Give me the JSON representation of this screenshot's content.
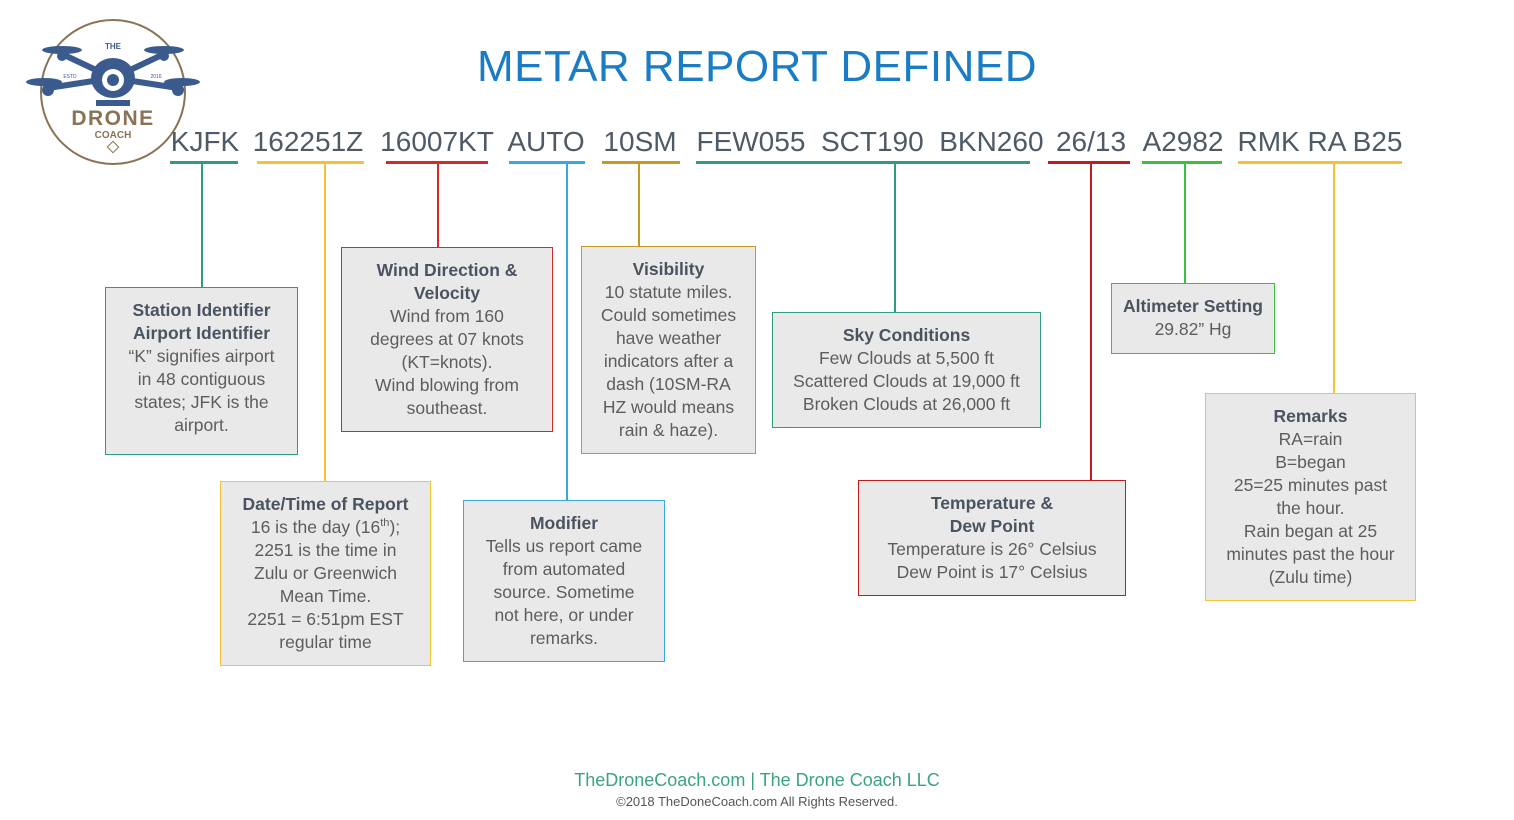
{
  "title": "METAR REPORT DEFINED",
  "logo": {
    "top": "THE",
    "line1": "DRONE",
    "line2": "COACH",
    "est": "ESTD",
    "year": "2016"
  },
  "codes": {
    "kjfk": "KJFK",
    "time": "162251Z",
    "wind": "16007KT",
    "auto": "AUTO",
    "vis": "10SM",
    "sky": "FEW055  SCT190  BKN260",
    "temp": "26/13",
    "alt": "A2982",
    "rmk": "RMK RA B25"
  },
  "colors": {
    "kjfk": "#2e9b82",
    "time": "#f5c330",
    "wind": "#d42a2a",
    "auto": "#35a9e0",
    "vis": "#c49a22",
    "sky": "#2e9b82",
    "temp": "#c21d1d",
    "alt": "#3cbf3c",
    "rmk": "#f5c330",
    "title": "#1a7cc4",
    "footer": "#3aa57b"
  },
  "boxes": {
    "station": {
      "title1": "Station Identifier",
      "title2": "Airport Identifier",
      "lines": [
        "“K” signifies airport",
        "in 48 contiguous",
        "states; JFK is the",
        "airport."
      ]
    },
    "datetime": {
      "title": "Date/Time of Report",
      "line1_pre": "16 is the day (16",
      "line1_sup": "th",
      "line1_post": ");",
      "lines": [
        "2251 is the time in",
        "Zulu or Greenwich",
        "Mean Time.",
        "2251 = 6:51pm EST",
        "regular time"
      ]
    },
    "wind": {
      "title1": "Wind Direction &",
      "title2": "Velocity",
      "lines": [
        "Wind from 160",
        "degrees at 07 knots",
        "(KT=knots).",
        "Wind blowing from",
        "southeast."
      ]
    },
    "modifier": {
      "title": "Modifier",
      "lines": [
        "Tells us report came",
        "from automated",
        "source. Sometime",
        "not here, or under",
        "remarks."
      ]
    },
    "visibility": {
      "title": "Visibility",
      "lines": [
        "10 statute miles.",
        "Could sometimes",
        "have weather",
        "indicators after a",
        "dash (10SM-RA",
        "HZ would means",
        "rain & haze)."
      ]
    },
    "sky": {
      "title": "Sky Conditions",
      "lines": [
        "Few Clouds at 5,500 ft",
        "Scattered Clouds at 19,000 ft",
        "Broken Clouds at 26,000 ft"
      ]
    },
    "temp": {
      "title1": "Temperature &",
      "title2": "Dew Point",
      "lines": [
        "Temperature is 26° Celsius",
        "Dew Point is 17° Celsius"
      ]
    },
    "altimeter": {
      "title": "Altimeter Setting",
      "lines": [
        "29.82” Hg"
      ]
    },
    "remarks": {
      "title": "Remarks",
      "lines": [
        "RA=rain",
        "B=began",
        "25=25 minutes past",
        "the hour.",
        "Rain began at 25",
        "minutes past the hour",
        "(Zulu time)"
      ]
    }
  },
  "footer": {
    "line1": "TheDroneCoach.com | The Drone Coach LLC",
    "line2": "©2018 TheDoneCoach.com All Rights Reserved."
  }
}
